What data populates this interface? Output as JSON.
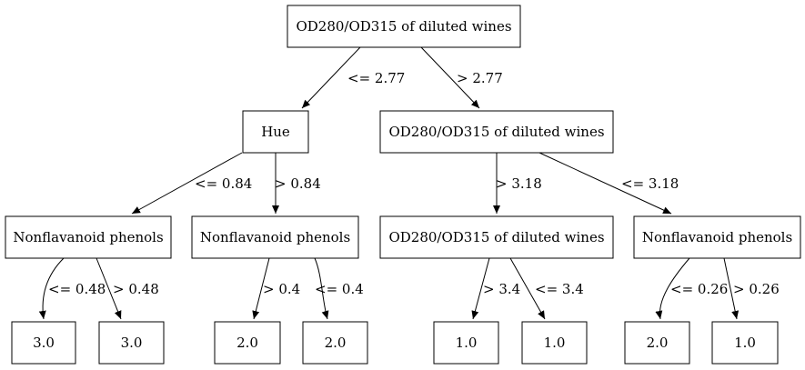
{
  "colors": {
    "background": "#ffffff",
    "stroke": "#000000",
    "text": "#000000"
  },
  "nodes": [
    {
      "id": "n0",
      "label": "OD280/OD315 of diluted wines"
    },
    {
      "id": "n1",
      "label": "Hue"
    },
    {
      "id": "n2",
      "label": "OD280/OD315 of diluted wines"
    },
    {
      "id": "n3",
      "label": "Nonflavanoid phenols"
    },
    {
      "id": "n4",
      "label": "Nonflavanoid phenols"
    },
    {
      "id": "n5",
      "label": "OD280/OD315 of diluted wines"
    },
    {
      "id": "n6",
      "label": "Nonflavanoid phenols"
    },
    {
      "id": "n7",
      "label": "3.0"
    },
    {
      "id": "n8",
      "label": "3.0"
    },
    {
      "id": "n9",
      "label": "2.0"
    },
    {
      "id": "n10",
      "label": "2.0"
    },
    {
      "id": "n11",
      "label": "1.0"
    },
    {
      "id": "n12",
      "label": "1.0"
    },
    {
      "id": "n13",
      "label": "2.0"
    },
    {
      "id": "n14",
      "label": "1.0"
    }
  ],
  "edges": [
    {
      "id": "e0",
      "from": "n0",
      "to": "n1",
      "label": "<= 2.77"
    },
    {
      "id": "e1",
      "from": "n0",
      "to": "n2",
      "label": "> 2.77"
    },
    {
      "id": "e2",
      "from": "n1",
      "to": "n3",
      "label": "<= 0.84"
    },
    {
      "id": "e3",
      "from": "n1",
      "to": "n4",
      "label": "> 0.84"
    },
    {
      "id": "e4",
      "from": "n2",
      "to": "n5",
      "label": "> 3.18"
    },
    {
      "id": "e5",
      "from": "n2",
      "to": "n6",
      "label": "<= 3.18"
    },
    {
      "id": "e6",
      "from": "n3",
      "to": "n7",
      "label": "<= 0.48"
    },
    {
      "id": "e7",
      "from": "n3",
      "to": "n8",
      "label": "> 0.48"
    },
    {
      "id": "e8",
      "from": "n4",
      "to": "n9",
      "label": "> 0.4"
    },
    {
      "id": "e9",
      "from": "n4",
      "to": "n10",
      "label": "<= 0.4"
    },
    {
      "id": "e10",
      "from": "n5",
      "to": "n11",
      "label": "> 3.4"
    },
    {
      "id": "e11",
      "from": "n5",
      "to": "n12",
      "label": "<= 3.4"
    },
    {
      "id": "e12",
      "from": "n6",
      "to": "n13",
      "label": "<= 0.26"
    },
    {
      "id": "e13",
      "from": "n6",
      "to": "n14",
      "label": "> 0.26"
    }
  ]
}
